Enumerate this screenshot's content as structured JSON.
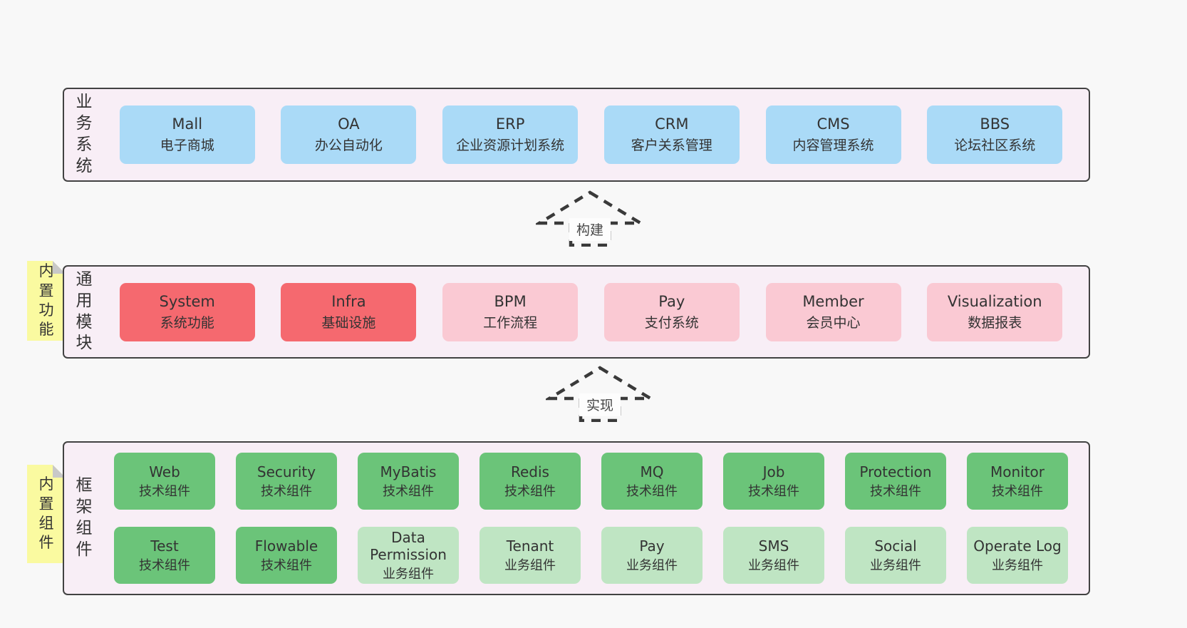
{
  "page": {
    "background": "#f8f8f8"
  },
  "palette": {
    "panel_fill": "#f8eef6",
    "panel_border": "#424242",
    "blue": "#aadaf7",
    "red": "#f5696f",
    "pink": "#fac9d3",
    "green_dark": "#6bc479",
    "green_light": "#bfe5c3",
    "sticky_yellow": "#fafaa0",
    "sticky_fold_gray": "#c8c8c8",
    "arrow_stroke": "#3a3a3a",
    "text": "#333333"
  },
  "sections": {
    "business": {
      "side_label": "业务系统",
      "boxes": [
        {
          "title": "Mall",
          "subtitle": "电子商城"
        },
        {
          "title": "OA",
          "subtitle": "办公自动化"
        },
        {
          "title": "ERP",
          "subtitle": "企业资源计划系统"
        },
        {
          "title": "CRM",
          "subtitle": "客户关系管理"
        },
        {
          "title": "CMS",
          "subtitle": "内容管理系统"
        },
        {
          "title": "BBS",
          "subtitle": "论坛社区系统"
        }
      ]
    },
    "modules": {
      "side_label": "通用模块",
      "sticky_label": "内置功能",
      "boxes": [
        {
          "title": "System",
          "subtitle": "系统功能"
        },
        {
          "title": "Infra",
          "subtitle": "基础设施"
        },
        {
          "title": "BPM",
          "subtitle": "工作流程"
        },
        {
          "title": "Pay",
          "subtitle": "支付系统"
        },
        {
          "title": "Member",
          "subtitle": "会员中心"
        },
        {
          "title": "Visualization",
          "subtitle": "数据报表"
        }
      ]
    },
    "framework": {
      "side_label": "框架组件",
      "sticky_label": "内置组件",
      "row1": [
        {
          "title": "Web",
          "subtitle": "技术组件"
        },
        {
          "title": "Security",
          "subtitle": "技术组件"
        },
        {
          "title": "MyBatis",
          "subtitle": "技术组件"
        },
        {
          "title": "Redis",
          "subtitle": "技术组件"
        },
        {
          "title": "MQ",
          "subtitle": "技术组件"
        },
        {
          "title": "Job",
          "subtitle": "技术组件"
        },
        {
          "title": "Protection",
          "subtitle": "技术组件"
        },
        {
          "title": "Monitor",
          "subtitle": "技术组件"
        }
      ],
      "row2": [
        {
          "title": "Test",
          "subtitle": "技术组件"
        },
        {
          "title": "Flowable",
          "subtitle": "技术组件"
        },
        {
          "title": "Data Permission",
          "subtitle": "业务组件"
        },
        {
          "title": "Tenant",
          "subtitle": "业务组件"
        },
        {
          "title": "Pay",
          "subtitle": "业务组件"
        },
        {
          "title": "SMS",
          "subtitle": "业务组件"
        },
        {
          "title": "Social",
          "subtitle": "业务组件"
        },
        {
          "title": "Operate Log",
          "subtitle": "业务组件"
        }
      ]
    }
  },
  "arrows": {
    "build": {
      "label": "构建"
    },
    "implement": {
      "label": "实现"
    }
  }
}
